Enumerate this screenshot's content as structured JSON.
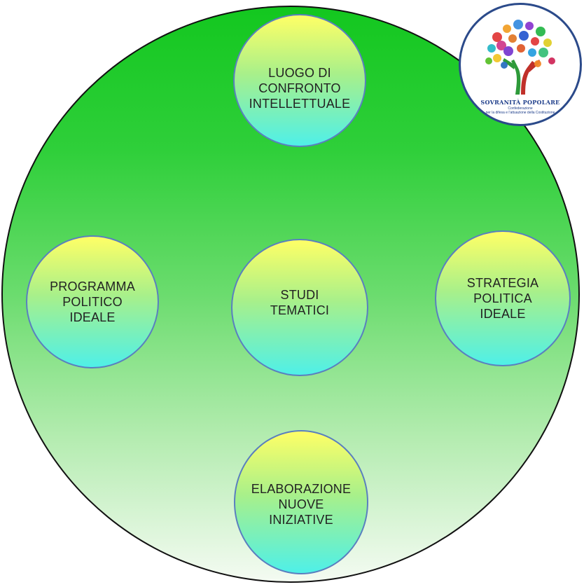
{
  "diagram": {
    "nodes": {
      "top": "LUOGO DI\nCONFRONTO\nINTELLETTUALE",
      "left": "PROGRAMMA\nPOLITICO\nIDEALE",
      "center": "STUDI\nTEMATICI",
      "right": "STRATEGIA\nPOLITICA\nIDEALE",
      "bottom": "ELABORAZIONE\nNUOVE\nINIZIATIVE"
    }
  },
  "logo": {
    "title": "SOVRANITÀ POPOLARE",
    "subtitle": "Confederazione\nper la difesa e l'attuazione della Costituzione"
  },
  "colors": {
    "outer_top": "#13c71f",
    "outer_bottom": "#f4fbf2",
    "node_top": "#ffff66",
    "node_bottom": "#4ff0e8",
    "node_border": "#5a7fbf",
    "logo_text": "#1d3d8a"
  }
}
